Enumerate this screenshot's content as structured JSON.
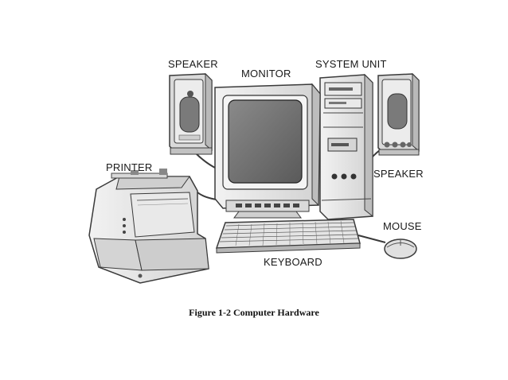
{
  "labels": {
    "speaker_left": "SPEAKER",
    "monitor": "MONITOR",
    "system_unit": "SYSTEM UNIT",
    "speaker_right": "SPEAKER",
    "printer": "PRINTER",
    "mouse": "MOUSE",
    "keyboard": "KEYBOARD"
  },
  "caption": "Figure 1-2 Computer Hardware",
  "colors": {
    "outline": "#3a3a3a",
    "body_light": "#e6e6e6",
    "body_mid": "#c8c8c8",
    "dark": "#555555",
    "screen": "#6f6f6f"
  }
}
